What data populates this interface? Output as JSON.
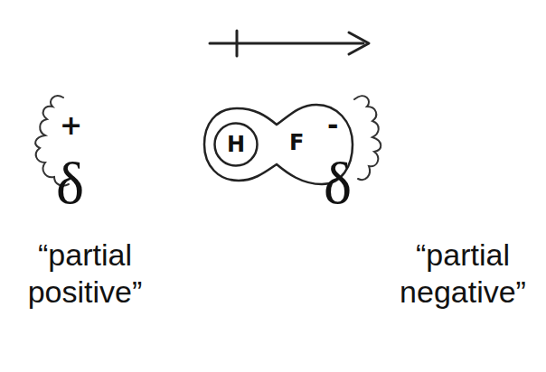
{
  "diagram": {
    "nodes": [
      {
        "text": [
          "F"
        ]
      },
      {
        "text": [
          "H"
        ],
        "in": 0
      }
    ],
    "labels": [
      "+",
      "δ",
      "-",
      "δ",
      "“partial positive”",
      "“partial negative”"
    ]
  }
}
